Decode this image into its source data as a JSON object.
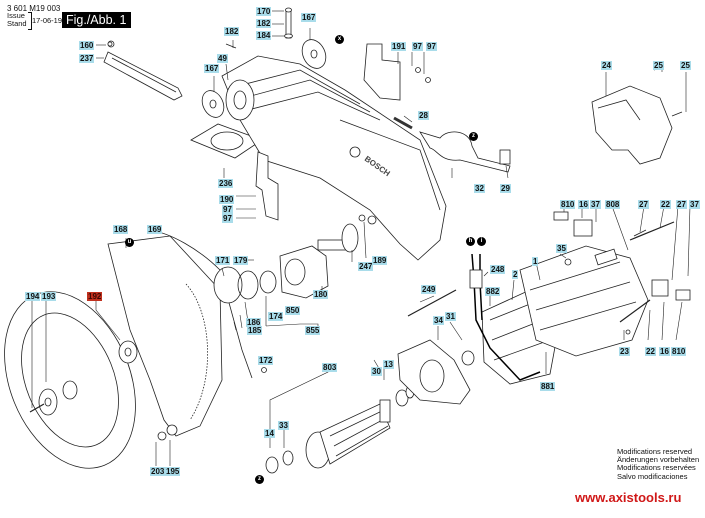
{
  "header": {
    "document_number": "3 601 M19 003",
    "issue_label_line1": "Issue",
    "issue_label_line2": "Stand",
    "issue_date": "17-06-19",
    "figure_title": "Fig./Abb. 1"
  },
  "colors": {
    "label_bg": "#a9dcea",
    "highlight_label_bg": "#c0301e",
    "website_text": "#d01818"
  },
  "part_labels": [
    {
      "id": "160",
      "highlight": false
    },
    {
      "id": "237",
      "highlight": false
    },
    {
      "id": "170",
      "highlight": false
    },
    {
      "id": "182",
      "highlight": false
    },
    {
      "id": "184",
      "highlight": false
    },
    {
      "id": "167",
      "highlight": false
    },
    {
      "id": "182b",
      "text": "182",
      "highlight": false
    },
    {
      "id": "49",
      "highlight": false
    },
    {
      "id": "167b",
      "text": "167",
      "highlight": false
    },
    {
      "id": "191",
      "highlight": false
    },
    {
      "id": "97",
      "highlight": false
    },
    {
      "id": "97b",
      "text": "97",
      "highlight": false
    },
    {
      "id": "24",
      "highlight": false
    },
    {
      "id": "25",
      "highlight": false
    },
    {
      "id": "25b",
      "text": "25",
      "highlight": false
    },
    {
      "id": "28",
      "highlight": false
    },
    {
      "id": "236",
      "highlight": false
    },
    {
      "id": "32",
      "highlight": false
    },
    {
      "id": "29",
      "highlight": false
    },
    {
      "id": "190",
      "highlight": false
    },
    {
      "id": "97c",
      "text": "97",
      "highlight": false
    },
    {
      "id": "97d",
      "text": "97",
      "highlight": false
    },
    {
      "id": "168",
      "highlight": false
    },
    {
      "id": "169",
      "highlight": false
    },
    {
      "id": "171",
      "highlight": false
    },
    {
      "id": "179",
      "highlight": false
    },
    {
      "id": "189",
      "highlight": false
    },
    {
      "id": "247",
      "highlight": false
    },
    {
      "id": "180",
      "highlight": false
    },
    {
      "id": "850",
      "highlight": false
    },
    {
      "id": "174",
      "highlight": false
    },
    {
      "id": "186",
      "highlight": false
    },
    {
      "id": "185",
      "highlight": false
    },
    {
      "id": "855",
      "highlight": false
    },
    {
      "id": "172",
      "highlight": false
    },
    {
      "id": "194",
      "highlight": false
    },
    {
      "id": "193",
      "highlight": false
    },
    {
      "id": "192",
      "highlight": true
    },
    {
      "id": "203",
      "highlight": false
    },
    {
      "id": "195",
      "highlight": false
    },
    {
      "id": "803",
      "highlight": false
    },
    {
      "id": "13",
      "highlight": false
    },
    {
      "id": "30",
      "highlight": false
    },
    {
      "id": "33",
      "highlight": false
    },
    {
      "id": "14",
      "highlight": false
    },
    {
      "id": "810",
      "highlight": false
    },
    {
      "id": "16",
      "highlight": false
    },
    {
      "id": "37",
      "highlight": false
    },
    {
      "id": "808",
      "highlight": false
    },
    {
      "id": "27",
      "highlight": false
    },
    {
      "id": "22",
      "highlight": false
    },
    {
      "id": "27b",
      "text": "27",
      "highlight": false
    },
    {
      "id": "37b",
      "text": "37",
      "highlight": false
    },
    {
      "id": "35",
      "highlight": false
    },
    {
      "id": "248",
      "highlight": false
    },
    {
      "id": "2",
      "highlight": false
    },
    {
      "id": "1",
      "highlight": false
    },
    {
      "id": "249",
      "highlight": false
    },
    {
      "id": "882",
      "highlight": false
    },
    {
      "id": "34",
      "highlight": false
    },
    {
      "id": "31",
      "highlight": false
    },
    {
      "id": "23",
      "highlight": false
    },
    {
      "id": "22b",
      "text": "22",
      "highlight": false
    },
    {
      "id": "16b",
      "text": "16",
      "highlight": false
    },
    {
      "id": "810b",
      "text": "810",
      "highlight": false
    },
    {
      "id": "881",
      "highlight": false
    }
  ],
  "markers": {
    "x": "x",
    "z": "z",
    "u": "u",
    "h": "h",
    "i": "i",
    "z2": "z"
  },
  "footer": {
    "notes": [
      "Modifications reserved",
      "Änderungen vorbehalten",
      "Modifications reservées",
      "Salvo modificaciones"
    ],
    "website": "www.axistools.ru"
  }
}
